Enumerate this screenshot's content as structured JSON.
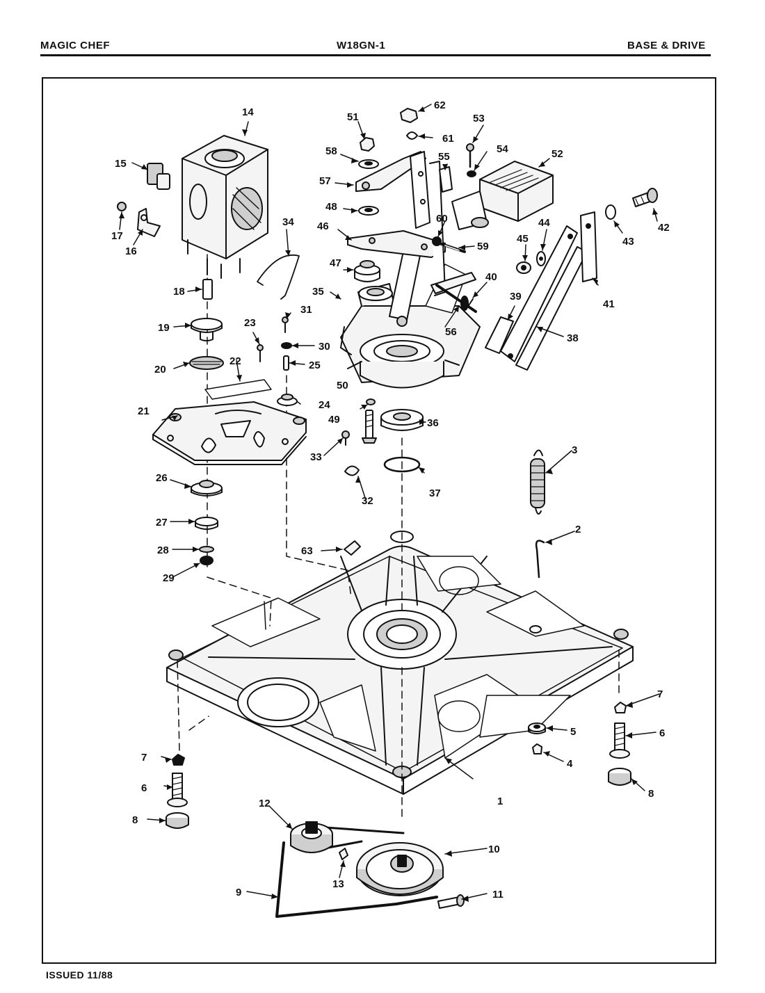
{
  "header": {
    "brand": "MAGIC CHEF",
    "model": "W18GN-1",
    "section": "BASE & DRIVE"
  },
  "footer": {
    "issued": "ISSUED 11/88"
  },
  "callouts": [
    "1",
    "2",
    "3",
    "4",
    "5",
    "6",
    "6",
    "7",
    "7",
    "8",
    "8",
    "9",
    "10",
    "11",
    "12",
    "13",
    "14",
    "15",
    "16",
    "17",
    "18",
    "19",
    "20",
    "21",
    "22",
    "23",
    "24",
    "25",
    "26",
    "27",
    "28",
    "29",
    "30",
    "31",
    "32",
    "33",
    "34",
    "35",
    "36",
    "37",
    "38",
    "39",
    "40",
    "41",
    "42",
    "43",
    "44",
    "45",
    "46",
    "47",
    "48",
    "49",
    "50",
    "51",
    "52",
    "53",
    "54",
    "55",
    "56",
    "57",
    "58",
    "59",
    "60",
    "61",
    "62",
    "63"
  ],
  "colors": {
    "ink": "#111111",
    "paper": "#ffffff",
    "fill": "#f4f4f4",
    "shade": "#cfcfcf"
  }
}
